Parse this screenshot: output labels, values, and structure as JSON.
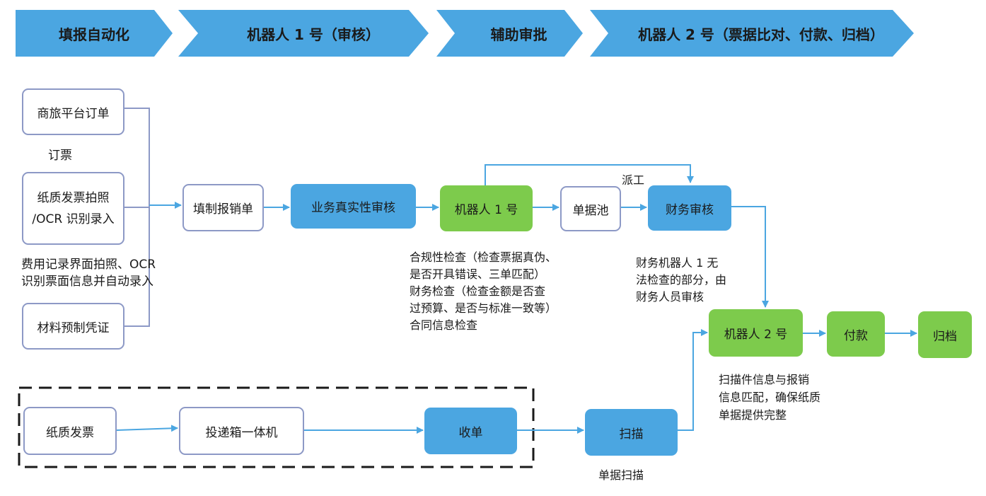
{
  "phases": [
    "填报自动化",
    "机器人 1 号（审核）",
    "辅助审批",
    "机器人 2 号（票据比对、付款、归档）"
  ],
  "sources": {
    "order": "商旅平台订单",
    "invoice_photo": "纸质发票拍照\n/OCR 识别录入",
    "voucher": "材料预制凭证"
  },
  "source_notes": {
    "order": "订票",
    "invoice_photo": "费用记录界面拍照、OCR\n识别票面信息并自动录入"
  },
  "flow": {
    "fill_form": "填制报销单",
    "authenticity": "业务真实性审核",
    "robot1": "机器人 1 号",
    "doc_pool": "单据池",
    "finance_review": "财务审核",
    "robot2": "机器人 2 号",
    "payment": "付款",
    "archive": "归档"
  },
  "labels": {
    "dispatch": "派工",
    "robot1_checks": "合规性检查（检查票据真伪、\n是否开具错误、三单匹配）\n财务检查（检查金额是否查\n过预算、是否与标准一致等）\n合同信息检查",
    "finance_note": "财务机器人 1 无\n法检查的部分，由\n财务人员审核",
    "robot2_note": "扫描件信息与报销\n信息匹配，确保纸质\n单据提供完整",
    "scan_note": "单据扫描"
  },
  "paper": {
    "paper_invoice": "纸质发票",
    "dropbox": "投递箱一体机",
    "collect": "收单",
    "scan": "扫描"
  },
  "colors": {
    "header_blue": "#4ba6e1",
    "process_blue": "#4ba6e1",
    "robot_green": "#7dcb4c",
    "outline": "#8d99c6",
    "arrow": "#4ba6e1",
    "connector": "#8d99c6"
  }
}
